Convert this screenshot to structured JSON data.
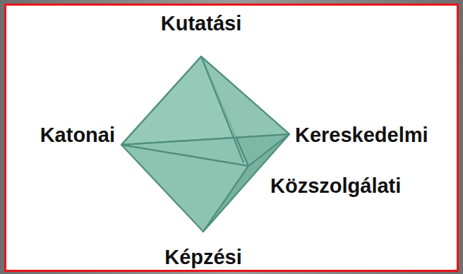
{
  "diagram": {
    "labels": [
      "Kutatási",
      "Katonai",
      "Kereskedelmi",
      "Közszolgálati",
      "Képzési"
    ]
  }
}
